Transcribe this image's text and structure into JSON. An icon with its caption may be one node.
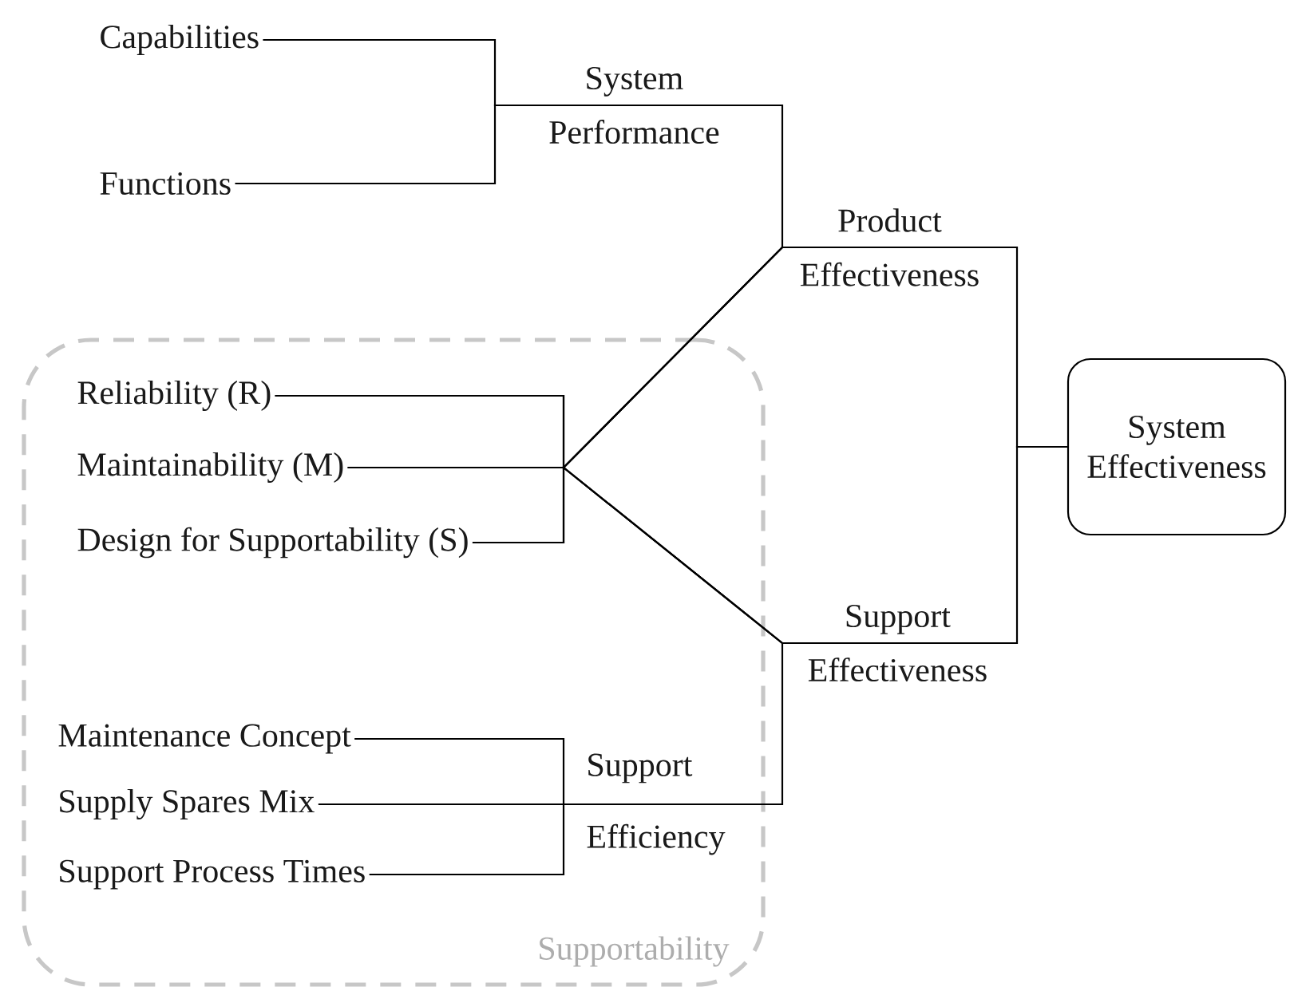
{
  "diagram": {
    "nodes": [
      {
        "text": [
          "Capabilities"
        ]
      },
      {
        "text": [
          "Functions"
        ]
      },
      {
        "text": [
          "System Performance"
        ]
      },
      {
        "text": [
          "Product Effectiveness"
        ]
      },
      {
        "text": [
          "Supportability"
        ]
      },
      {
        "text": [
          "Reliability (R)"
        ],
        "in": 4
      },
      {
        "text": [
          "Maintainability (M)"
        ],
        "in": 4
      },
      {
        "text": [
          "Design for Supportability (S)"
        ],
        "in": 4
      },
      {
        "text": [
          "Maintenance Concept"
        ],
        "in": 4
      },
      {
        "text": [
          "Supply Spares Mix"
        ],
        "in": 4
      },
      {
        "text": [
          "Support Process Times"
        ],
        "in": 4
      },
      {
        "text": [
          "Support Efficiency"
        ],
        "in": 4
      },
      {
        "text": [
          "Support Effectiveness"
        ]
      },
      {
        "text": [
          "System Effectiveness"
        ]
      }
    ],
    "edges": [
      {
        "from": 0,
        "to": 2,
        "arrow": "none"
      },
      {
        "from": 1,
        "to": 2,
        "arrow": "none"
      },
      {
        "from": 2,
        "to": 3,
        "arrow": "none"
      },
      {
        "from": 5,
        "to": 3,
        "arrow": "none"
      },
      {
        "from": 6,
        "to": 3,
        "arrow": "none"
      },
      {
        "from": 7,
        "to": 3,
        "arrow": "none"
      },
      {
        "from": 5,
        "to": 12,
        "arrow": "none"
      },
      {
        "from": 6,
        "to": 12,
        "arrow": "none"
      },
      {
        "from": 7,
        "to": 12,
        "arrow": "none"
      },
      {
        "from": 8,
        "to": 11,
        "arrow": "none"
      },
      {
        "from": 9,
        "to": 11,
        "arrow": "none"
      },
      {
        "from": 10,
        "to": 11,
        "arrow": "none"
      },
      {
        "from": 11,
        "to": 12,
        "arrow": "none"
      },
      {
        "from": 3,
        "to": 13,
        "arrow": "none"
      },
      {
        "from": 12,
        "to": 13,
        "arrow": "none"
      }
    ]
  }
}
